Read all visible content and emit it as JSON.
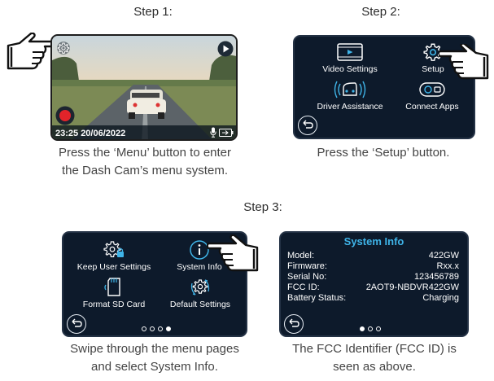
{
  "steps": [
    {
      "heading": "Step 1:",
      "caption_lines": [
        "Press the ‘Menu’ button to enter",
        "the Dash Cam’s menu system."
      ],
      "screen": {
        "timestamp": "23:25 20/06/2022",
        "icons": [
          "gear-icon",
          "play-icon",
          "record-icon",
          "microphone-icon",
          "battery-icon"
        ]
      }
    },
    {
      "heading": "Step 2:",
      "caption_lines": [
        "Press the ‘Setup’ button."
      ],
      "screen": {
        "menu": [
          {
            "label": "Video Settings",
            "icon": "video-icon"
          },
          {
            "label": "Setup",
            "icon": "gear-icon"
          },
          {
            "label": "Driver Assistance",
            "icon": "driver-assist-icon"
          },
          {
            "label": "Connect Apps",
            "icon": "connect-apps-icon"
          }
        ]
      }
    },
    {
      "heading": "Step 3:",
      "caption_lines": [
        "Swipe through the menu pages",
        "and select System Info."
      ],
      "screen": {
        "menu": [
          {
            "label": "Keep User Settings",
            "icon": "keep-settings-icon"
          },
          {
            "label": "System Info",
            "icon": "info-icon"
          },
          {
            "label": "Format SD Card",
            "icon": "sd-card-icon"
          },
          {
            "label": "Default Settings",
            "icon": "default-settings-icon"
          }
        ],
        "page_indicator": {
          "pages": 4,
          "active": 4
        }
      }
    },
    {
      "caption_lines": [
        "The FCC Identifier (FCC ID) is",
        "seen as above."
      ],
      "screen": {
        "title": "System Info",
        "rows": [
          {
            "key": "Model:",
            "value": "422GW"
          },
          {
            "key": "Firmware:",
            "value": "Rxx.x"
          },
          {
            "key": "Serial No:",
            "value": "123456789"
          },
          {
            "key": "FCC ID:",
            "value": "2AOT9-NBDVR422GW"
          },
          {
            "key": "Battery Status:",
            "value": "Charging"
          }
        ]
      }
    }
  ],
  "colors": {
    "screen_bg": "#0d1a2b",
    "accent_title": "#3fb4e8",
    "record_red": "#e2242a",
    "text": "#444444"
  }
}
